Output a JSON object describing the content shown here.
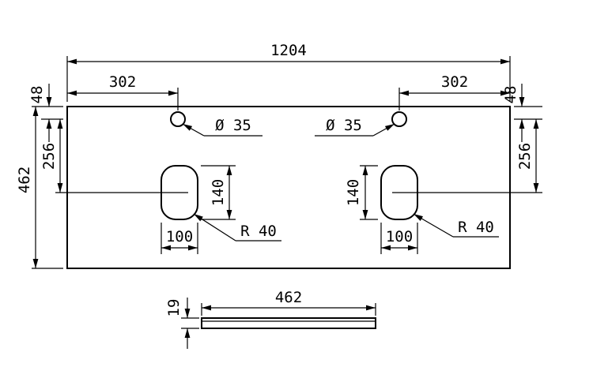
{
  "page": {
    "background_color": "#ffffff",
    "line_color": "#000000"
  },
  "top_view": {
    "overall_width": "1204",
    "overall_depth": "462",
    "hole_offset_left": "302",
    "hole_offset_right": "302",
    "hole_diameter_left": "Ø 35",
    "hole_diameter_right": "Ø 35",
    "hole_top_offset_left": "48",
    "hole_top_offset_right": "48",
    "hole_to_cutout_left": "256",
    "hole_to_cutout_right": "256",
    "cutout_height_left": "140",
    "cutout_height_right": "140",
    "cutout_width_left": "100",
    "cutout_width_right": "100",
    "cutout_corner_radius_left": "R 40",
    "cutout_corner_radius_right": "R 40"
  },
  "side_view": {
    "depth": "462",
    "thickness": "19"
  }
}
